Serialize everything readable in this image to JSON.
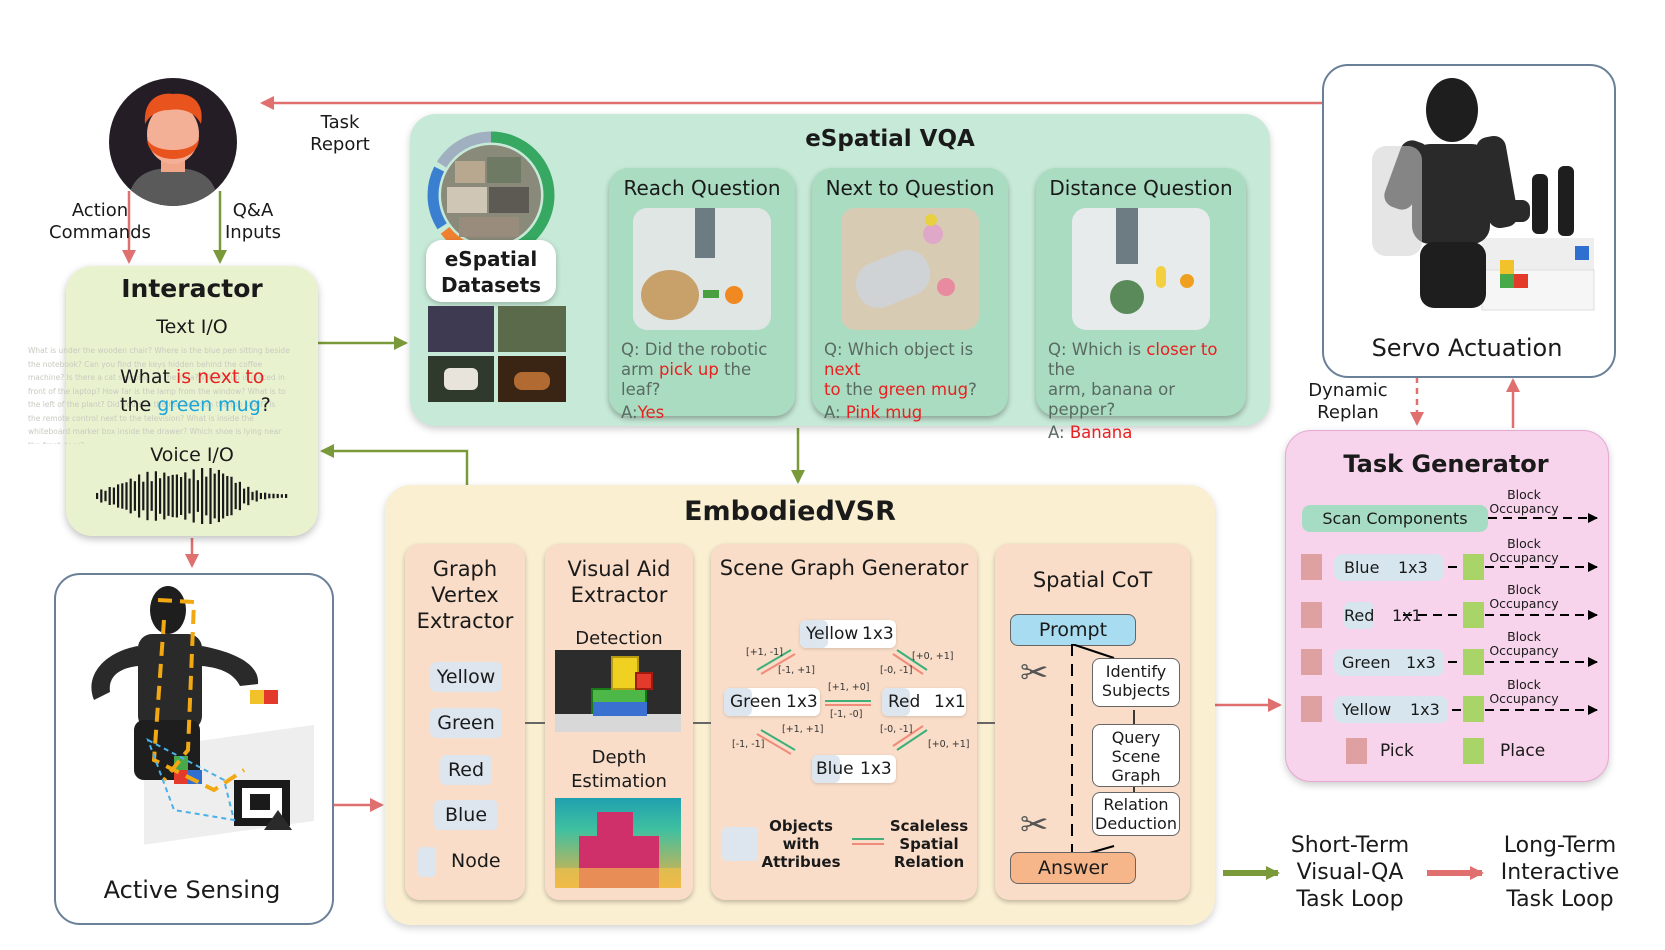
{
  "colors": {
    "green_arrow": "#7a9a3a",
    "red_arrow": "#e07070",
    "interactor_bg": "#e9f2cf",
    "vqa_bg": "#c7ead8",
    "vsr_bg": "#fbefd1",
    "taskgen_bg": "#f8d4ec",
    "highlight_red": "#e82020",
    "highlight_blue": "#1aa4d8"
  },
  "top": {
    "task_report": [
      "Task",
      "Report"
    ],
    "action_commands": [
      "Action",
      "Commands"
    ],
    "qa_inputs": [
      "Q&A",
      "Inputs"
    ],
    "dynamic_replan": [
      "Dynamic",
      "Replan"
    ]
  },
  "interactor": {
    "title": "Interactor",
    "text_io": "Text I/O",
    "bg_text": "What is under the wooden chair? Where is the blue pen sitting beside the notebook? Can you find the keys hidden behind the coffee machine? Is there a cat sleeping on the sofa? Which cup is placed in front of the laptop? How far is the lamp from the window? What is to the left of the plant? Did you see the red book on the top shelf? Is the remote control next to the television? What is inside the whiteboard marker box inside the drawer? Which shoe is lying near the front door?",
    "q_part1": "What ",
    "q_part2": "is next to",
    "q_part3": "the ",
    "q_part4": "green mug",
    "q_part5": "?",
    "voice_io": "Voice I/O"
  },
  "vqa": {
    "title": "eSpatial VQA",
    "datasets_label_1": "eSpatial",
    "datasets_label_2": "Datasets",
    "cards": [
      {
        "title": "Reach Question",
        "q1": "Q: Did the robotic",
        "q2a": "arm ",
        "q2b": "pick up",
        "q2c": " the leaf?",
        "a1": "A:",
        "a2": "Yes"
      },
      {
        "title": "Next to Question",
        "q1a": "Q: Which object is ",
        "q1b": "next",
        "q2a": "to",
        "q2b": " the ",
        "q2c": "green mug",
        "q2d": "?",
        "a1": "A: ",
        "a2": "Pink mug"
      },
      {
        "title": "Distance Question",
        "q1a": "Q: Which is ",
        "q1b": "closer to",
        "q1c": " the",
        "q2": "arm, banana or pepper?",
        "a1": "A: ",
        "a2": "Banana"
      }
    ]
  },
  "vsr": {
    "title": "EmbodiedVSR",
    "gve": {
      "title": [
        "Graph",
        "Vertex",
        "Extractor"
      ],
      "vertices": [
        "Yellow",
        "Green",
        "Red",
        "Blue"
      ],
      "node_label": "Node"
    },
    "vae": {
      "title": [
        "Visual Aid",
        "Extractor"
      ],
      "detection": "Detection",
      "depth": [
        "Depth",
        "Estimation"
      ]
    },
    "sgg": {
      "title": "Scene Graph Generator",
      "nodes": [
        {
          "name": "Yellow",
          "size": "1x3"
        },
        {
          "name": "Green",
          "size": "1x3"
        },
        {
          "name": "Red",
          "size": "1x1"
        },
        {
          "name": "Blue",
          "size": "1x3"
        }
      ],
      "edges": [
        "[+1, -1]",
        "[-1, +1]",
        "[+0, +1]",
        "[-0, -1]",
        "[+1, +0]",
        "[-1, -0]",
        "[+1, +1]",
        "[-1, -1]",
        "[-0, -1]",
        "[+0, +1]"
      ],
      "legend_objects": [
        "Objects",
        "with",
        "Attribues"
      ],
      "legend_relation": [
        "Scaleless",
        "Spatial",
        "Relation"
      ]
    },
    "cot": {
      "title": "Spatial CoT",
      "prompt": "Prompt",
      "steps": [
        [
          "Identify",
          "Subjects"
        ],
        [
          "Query",
          "Scene",
          "Graph"
        ],
        [
          "Relation",
          "Deduction"
        ]
      ],
      "answer": "Answer"
    }
  },
  "taskgen": {
    "title": "Task Generator",
    "scan": "Scan Components",
    "occupancy": [
      "Block",
      "Occupancy"
    ],
    "rows": [
      {
        "color": "Blue",
        "size": "1x3"
      },
      {
        "color": "Red",
        "size": "1x1"
      },
      {
        "color": "Green",
        "size": "1x3"
      },
      {
        "color": "Yellow",
        "size": "1x3"
      }
    ],
    "pick": "Pick",
    "place": "Place"
  },
  "servo": {
    "label": "Servo Actuation"
  },
  "active": {
    "label": "Active Sensing"
  },
  "legend": {
    "short": [
      "Short-Term",
      "Visual-QA",
      "Task Loop"
    ],
    "long": [
      "Long-Term",
      "Interactive",
      "Task Loop"
    ]
  }
}
